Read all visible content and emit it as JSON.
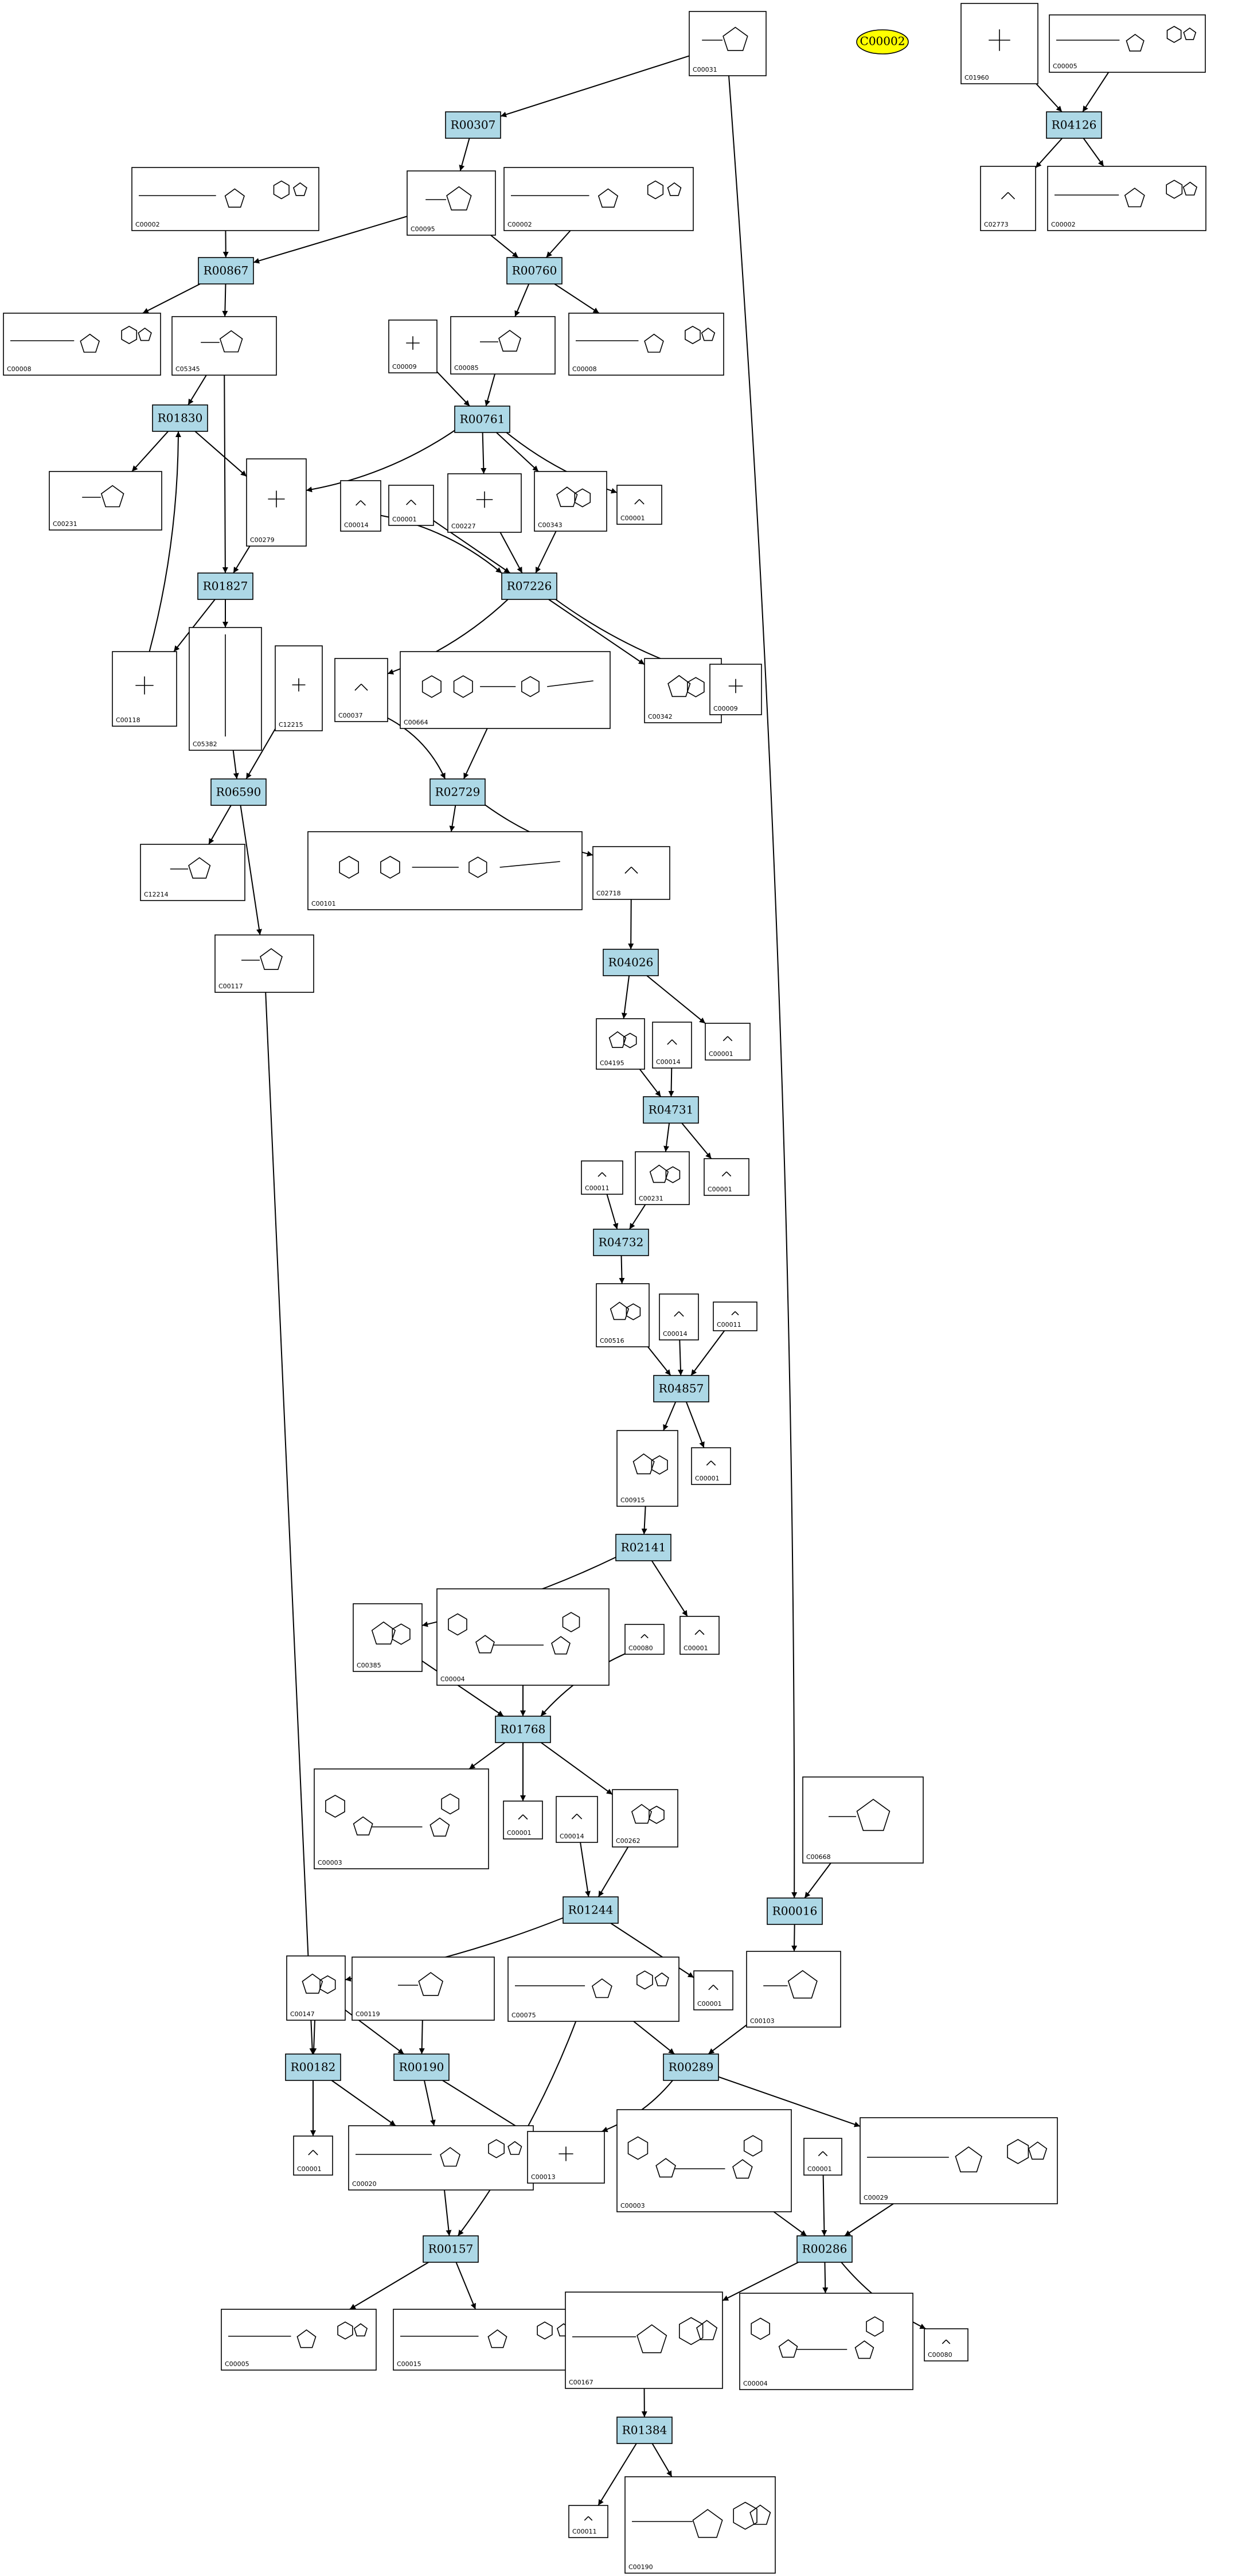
{
  "reactions": [
    {
      "id": "R00307",
      "label": "R00307"
    },
    {
      "id": "R04126",
      "label": "R04126"
    },
    {
      "id": "R00867",
      "label": "R00867"
    },
    {
      "id": "R00760",
      "label": "R00760"
    },
    {
      "id": "R00761",
      "label": "R00761"
    },
    {
      "id": "R01830",
      "label": "R01830"
    },
    {
      "id": "R07226",
      "label": "R07226"
    },
    {
      "id": "R01827",
      "label": "R01827"
    },
    {
      "id": "R06590",
      "label": "R06590"
    },
    {
      "id": "R02729",
      "label": "R02729"
    },
    {
      "id": "R04026",
      "label": "R04026"
    },
    {
      "id": "R04731",
      "label": "R04731"
    },
    {
      "id": "R04732",
      "label": "R04732"
    },
    {
      "id": "R04857",
      "label": "R04857"
    },
    {
      "id": "R02141",
      "label": "R02141"
    },
    {
      "id": "R01768",
      "label": "R01768"
    },
    {
      "id": "R01244",
      "label": "R01244"
    },
    {
      "id": "R00016",
      "label": "R00016"
    },
    {
      "id": "R00182",
      "label": "R00182"
    },
    {
      "id": "R00190",
      "label": "R00190"
    },
    {
      "id": "R00289",
      "label": "R00289"
    },
    {
      "id": "R00286",
      "label": "R00286"
    },
    {
      "id": "R00157",
      "label": "R00157"
    },
    {
      "id": "R01384",
      "label": "R01384"
    }
  ],
  "ovals": [
    {
      "id": "C00002_top",
      "label": "C00002"
    }
  ],
  "compounds": [
    {
      "id": "c_C00031_top",
      "label": "C00031",
      "motif": "sugar"
    },
    {
      "id": "c_C01960",
      "label": "C01960",
      "motif": "phosphate"
    },
    {
      "id": "c_C00005_top",
      "label": "C00005",
      "motif": "nucleotide"
    },
    {
      "id": "c_C00002_a",
      "label": "C00002",
      "motif": "nucleotide"
    },
    {
      "id": "c_C00095",
      "label": "C00095",
      "motif": "sugar"
    },
    {
      "id": "c_C00002_b",
      "label": "C00002",
      "motif": "nucleotide"
    },
    {
      "id": "c_C02773",
      "label": "C02773",
      "motif": "small"
    },
    {
      "id": "c_C00002_c",
      "label": "C00002",
      "motif": "nucleotide"
    },
    {
      "id": "c_C00008_a",
      "label": "C00008",
      "motif": "nucleotide"
    },
    {
      "id": "c_C05345",
      "label": "C05345",
      "motif": "sugarphosphate"
    },
    {
      "id": "c_C00009_a",
      "label": "C00009",
      "motif": "phosphate"
    },
    {
      "id": "c_C00085",
      "label": "C00085",
      "motif": "sugarphosphate"
    },
    {
      "id": "c_C00008_b",
      "label": "C00008",
      "motif": "nucleotide"
    },
    {
      "id": "c_C00231",
      "label": "C00231",
      "motif": "sugarphosphate"
    },
    {
      "id": "c_C00279",
      "label": "C00279",
      "motif": "phosphate"
    },
    {
      "id": "c_C00014_a",
      "label": "C00014",
      "motif": "small"
    },
    {
      "id": "c_C00001_a",
      "label": "C00001",
      "motif": "small"
    },
    {
      "id": "c_C00227",
      "label": "C00227",
      "motif": "phosphate"
    },
    {
      "id": "c_C00343",
      "label": "C00343",
      "motif": "ring"
    },
    {
      "id": "c_C00001_b",
      "label": "C00001",
      "motif": "small"
    },
    {
      "id": "c_C00037",
      "label": "C00037",
      "motif": "small"
    },
    {
      "id": "c_C00664",
      "label": "C00664",
      "motif": "folate"
    },
    {
      "id": "c_C00342",
      "label": "C00342",
      "motif": "ring"
    },
    {
      "id": "c_C00009_b",
      "label": "C00009",
      "motif": "phosphate"
    },
    {
      "id": "c_C00118",
      "label": "C00118",
      "motif": "phosphate"
    },
    {
      "id": "c_C05382",
      "label": "C05382",
      "motif": "chain"
    },
    {
      "id": "c_C12215",
      "label": "C12215",
      "motif": "phosphate"
    },
    {
      "id": "c_C12214",
      "label": "C12214",
      "motif": "sugar"
    },
    {
      "id": "c_C00101",
      "label": "C00101",
      "motif": "folate"
    },
    {
      "id": "c_C02718",
      "label": "C02718",
      "motif": "small"
    },
    {
      "id": "c_C00117",
      "label": "C00117",
      "motif": "sugarphosphate"
    },
    {
      "id": "c_C04195",
      "label": "C04195",
      "motif": "ring"
    },
    {
      "id": "c_C00014_b",
      "label": "C00014",
      "motif": "small"
    },
    {
      "id": "c_C00001_c",
      "label": "C00001",
      "motif": "small"
    },
    {
      "id": "c_C00011_a",
      "label": "C00011",
      "motif": "small"
    },
    {
      "id": "c_C00231b",
      "label": "C00231",
      "motif": "ring"
    },
    {
      "id": "c_C00001_d",
      "label": "C00001",
      "motif": "small"
    },
    {
      "id": "c_C00516",
      "label": "C00516",
      "motif": "ring"
    },
    {
      "id": "c_C00014_c",
      "label": "C00014",
      "motif": "small"
    },
    {
      "id": "c_C00011_b",
      "label": "C00011",
      "motif": "small"
    },
    {
      "id": "c_C00915",
      "label": "C00915",
      "motif": "ring"
    },
    {
      "id": "c_C00001_e",
      "label": "C00001",
      "motif": "small"
    },
    {
      "id": "c_C00385",
      "label": "C00385",
      "motif": "ring"
    },
    {
      "id": "c_C00004_a",
      "label": "C00004",
      "motif": "dinucleotide"
    },
    {
      "id": "c_C00080_a",
      "label": "C00080",
      "motif": "small"
    },
    {
      "id": "c_C00001_f",
      "label": "C00001",
      "motif": "small"
    },
    {
      "id": "c_C00003_a",
      "label": "C00003",
      "motif": "dinucleotide"
    },
    {
      "id": "c_C00001_g",
      "label": "C00001",
      "motif": "small"
    },
    {
      "id": "c_C00014_d",
      "label": "C00014",
      "motif": "small"
    },
    {
      "id": "c_C00262",
      "label": "C00262",
      "motif": "ring"
    },
    {
      "id": "c_C00668",
      "label": "C00668",
      "motif": "sugarphosphate"
    },
    {
      "id": "c_C00147",
      "label": "C00147",
      "motif": "ring"
    },
    {
      "id": "c_C00119",
      "label": "C00119",
      "motif": "sugarphosphate"
    },
    {
      "id": "c_C00075",
      "label": "C00075",
      "motif": "nucleotide"
    },
    {
      "id": "c_C00001_h",
      "label": "C00001",
      "motif": "small"
    },
    {
      "id": "c_C00103",
      "label": "C00103",
      "motif": "sugarphosphate"
    },
    {
      "id": "c_C00001_i",
      "label": "C00001",
      "motif": "small"
    },
    {
      "id": "c_C00020",
      "label": "C00020",
      "motif": "nucleotide"
    },
    {
      "id": "c_C00013",
      "label": "C00013",
      "motif": "phosphate"
    },
    {
      "id": "c_C00003_b",
      "label": "C00003",
      "motif": "dinucleotide"
    },
    {
      "id": "c_C00001_j",
      "label": "C00001",
      "motif": "small"
    },
    {
      "id": "c_C00029",
      "label": "C00029",
      "motif": "nucleotide"
    },
    {
      "id": "c_C00005_b",
      "label": "C00005",
      "motif": "nucleotide"
    },
    {
      "id": "c_C00015",
      "label": "C00015",
      "motif": "nucleotide"
    },
    {
      "id": "c_C00167",
      "label": "C00167",
      "motif": "nucleotide"
    },
    {
      "id": "c_C00004_b",
      "label": "C00004",
      "motif": "dinucleotide"
    },
    {
      "id": "c_C00080_b",
      "label": "C00080",
      "motif": "small"
    },
    {
      "id": "c_C00011_c",
      "label": "C00011",
      "motif": "small"
    },
    {
      "id": "c_C00190",
      "label": "C00190",
      "motif": "nucleotide"
    }
  ]
}
